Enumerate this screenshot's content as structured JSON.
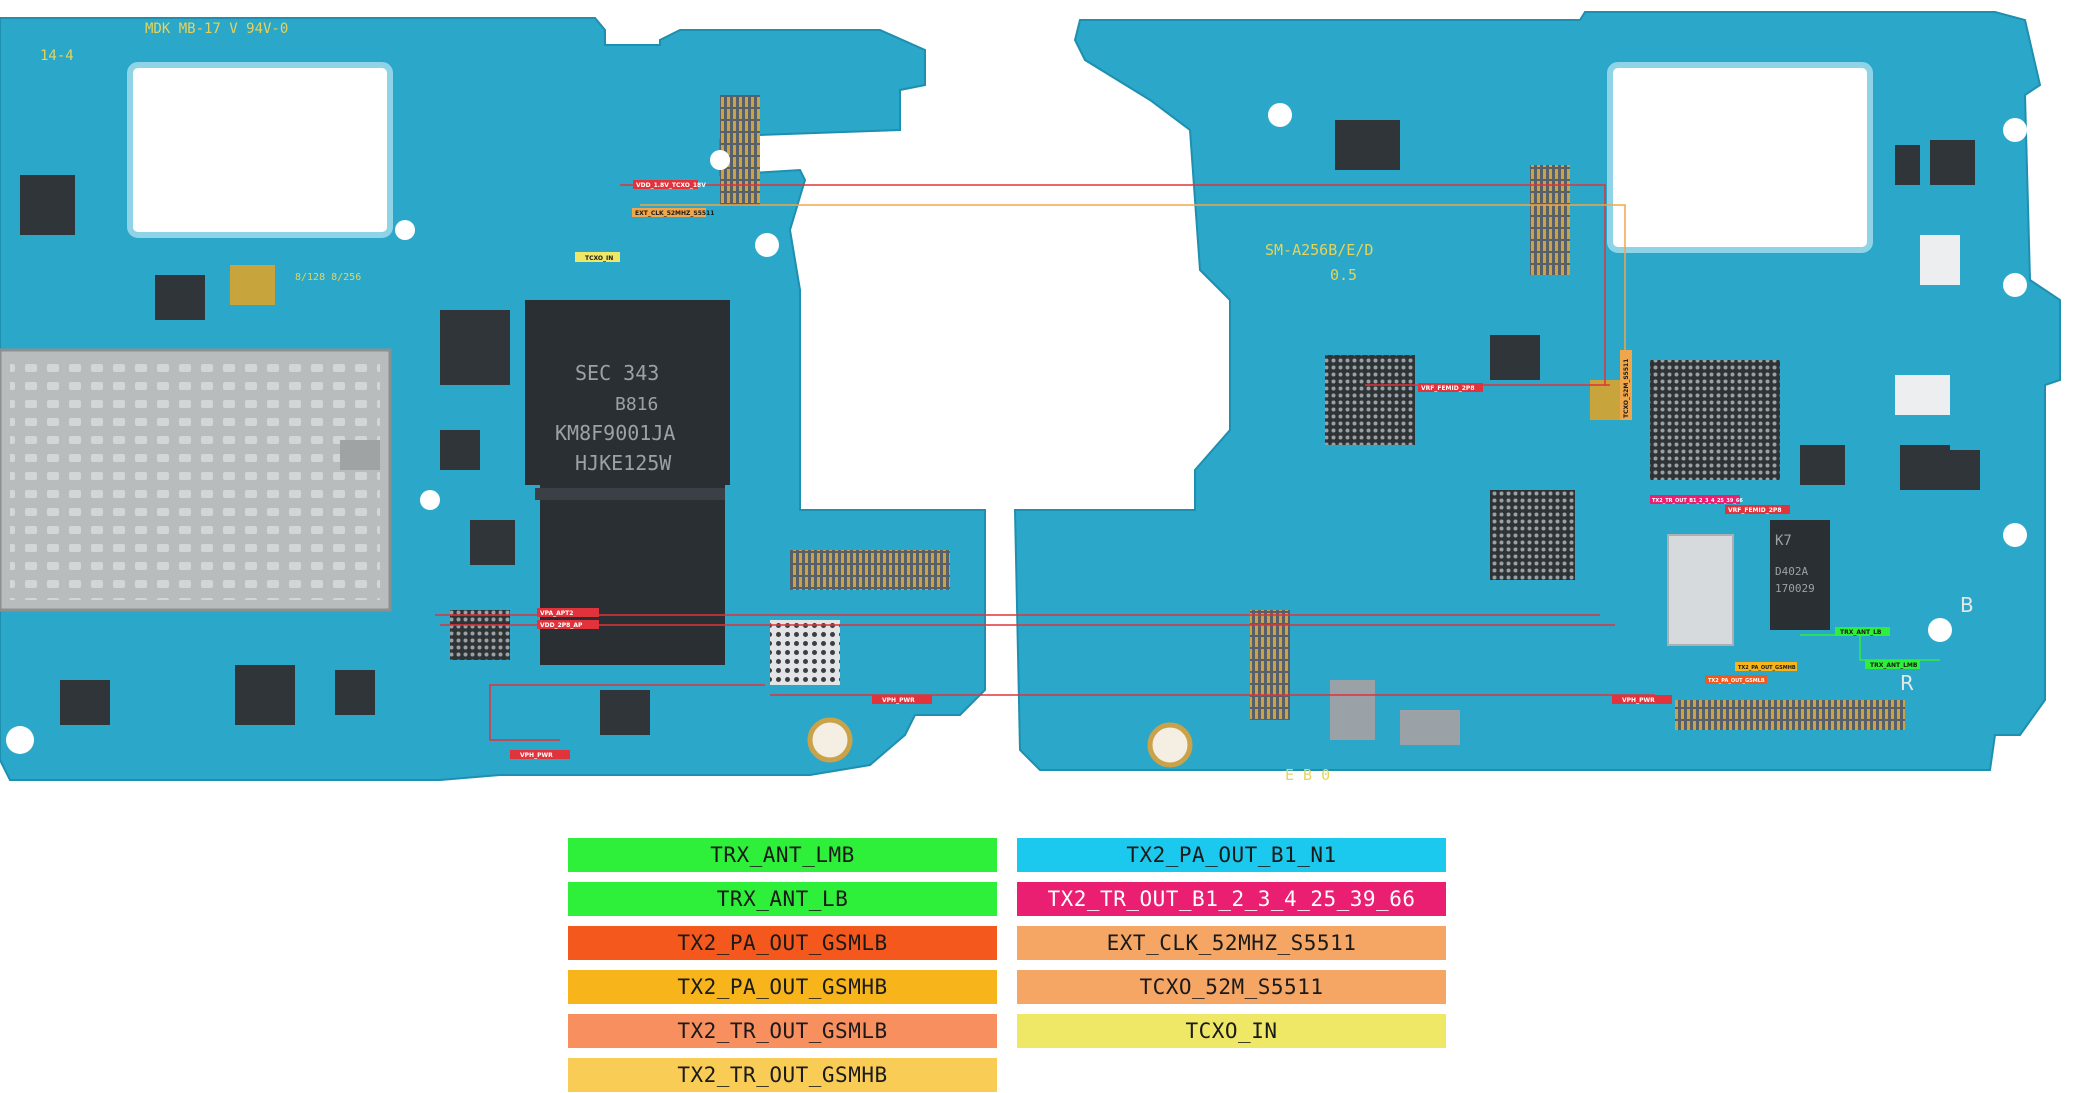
{
  "legend": [
    {
      "id": "trx-ant-lmb",
      "label": "TRX_ANT_LMB",
      "color": "#2ef03a"
    },
    {
      "id": "trx-ant-lb",
      "label": "TRX_ANT_LB",
      "color": "#2ef03a"
    },
    {
      "id": "tx2-pa-out-gsmlb",
      "label": "TX2_PA_OUT_GSMLB",
      "color": "#f5581c"
    },
    {
      "id": "tx2-pa-out-gsmhb",
      "label": "TX2_PA_OUT_GSMHB",
      "color": "#f7b51b"
    },
    {
      "id": "tx2-tr-out-gsmlb",
      "label": "TX2_TR_OUT_GSMLB",
      "color": "#f78f5e"
    },
    {
      "id": "tx2-tr-out-gsmhb",
      "label": "TX2_TR_OUT_GSMHB",
      "color": "#f9cc55"
    },
    {
      "id": "tx2-pa-out-b1-n1",
      "label": "TX2_PA_OUT_B1_N1",
      "color": "#1bc9ee"
    },
    {
      "id": "tx2-tr-out-b1",
      "label": "TX2_TR_OUT_B1_2_3_4_25_39_66",
      "color": "#ea1f72"
    },
    {
      "id": "ext-clk-52mhz",
      "label": "EXT_CLK_52MHZ_S5511",
      "color": "#f5a664"
    },
    {
      "id": "tcxo-52m",
      "label": "TCXO_52M_S5511",
      "color": "#f5a664"
    },
    {
      "id": "tcxo-in",
      "label": "TCXO_IN",
      "color": "#efe866"
    }
  ],
  "board_text": {
    "left_top": "MDK MB-17 V 94V-0",
    "left_corner": "14-4",
    "chip_sec": "SEC 343",
    "chip_b816": "B816",
    "chip_km": "KM8F9001JA",
    "chip_hj": "HJKE125W",
    "right_model": "SM-A256B/E/D",
    "right_rev": "0.5",
    "right_bottom": "E B 0",
    "right_b": "B",
    "right_r": "R",
    "k7": "K7",
    "chip_d402": "D402A",
    "chip_170": "170029",
    "mem_sizes": "8/128 8/256"
  },
  "net_labels": {
    "vdd_tcxo": "VDD_1.8V_TCXO_18V",
    "ext_clk": "EXT_CLK_52MHZ_S5511",
    "tcxo_in": "TCXO_IN",
    "vpa_apt": "VPA_APT2",
    "vdd_2p8": "VDD_2P8_AP",
    "vph_pwr_l1": "VPH_PWR",
    "vph_pwr_l2": "VPH_PWR",
    "vph_pwr_r": "VPH_PWR",
    "vrf_femid": "VRF_FEMID_2P8",
    "tcxo_52m": "TCXO_52M_S5511",
    "vrf_femid2": "VRF_FEMID_2P8",
    "tx2_tr_out": "TX2_TR_OUT_B1_2_3_4_25_39_66",
    "trx_ant_lb": "TRX_ANT_LB",
    "trx_ant_lmb": "TRX_ANT_LMB",
    "tx2_pa_gsmhb": "TX2_PA_OUT_GSMHB",
    "tx2_pa_gsmlb": "TX2_PA_OUT_GSMLB"
  }
}
